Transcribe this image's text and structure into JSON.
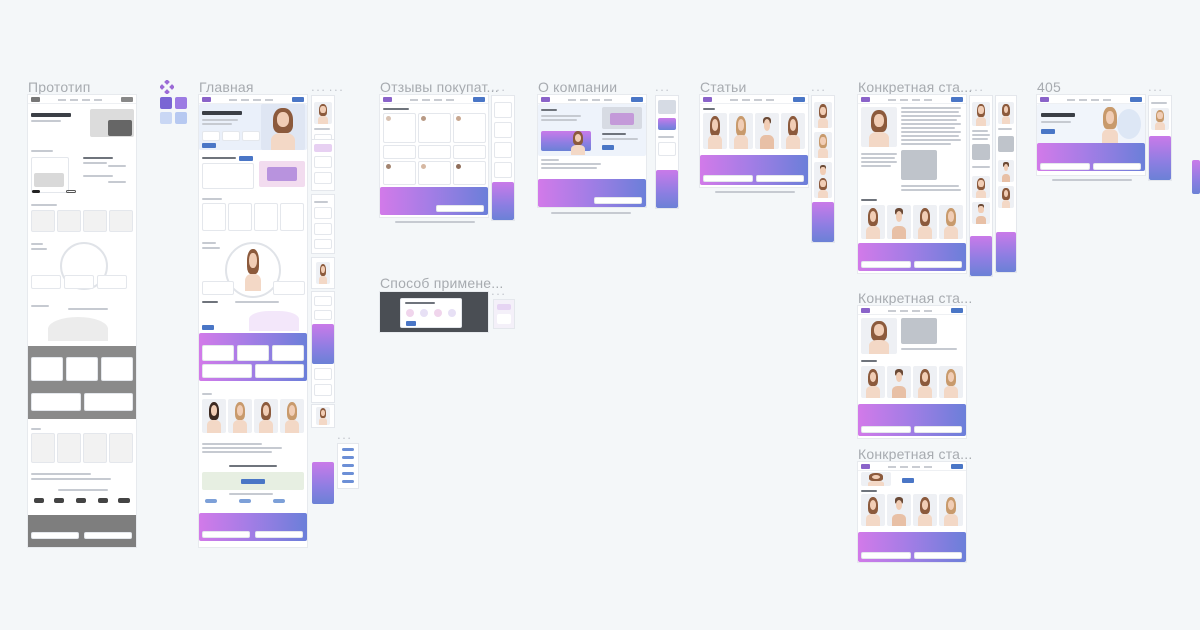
{
  "canvas": {
    "background": "#f4f7f9",
    "accent": "#8a63c9",
    "gradient_from": "#d27ae9",
    "gradient_to": "#6b7fd9",
    "button_color": "#4a76c6"
  },
  "frames": [
    {
      "id": "prototype",
      "title": "Прототип"
    },
    {
      "id": "home",
      "title": "Главная"
    },
    {
      "id": "reviews",
      "title": "Отзывы покупат..."
    },
    {
      "id": "about",
      "title": "О компании"
    },
    {
      "id": "articles",
      "title": "Статьи"
    },
    {
      "id": "article-1",
      "title": "Конкретная ста..."
    },
    {
      "id": "article-2",
      "title": "Конкретная ста..."
    },
    {
      "id": "article-3",
      "title": "Конкретная ста..."
    },
    {
      "id": "not-found",
      "title": "405"
    },
    {
      "id": "usage",
      "title": "Способ примене..."
    }
  ],
  "component_icon": "diamond-component-icon"
}
